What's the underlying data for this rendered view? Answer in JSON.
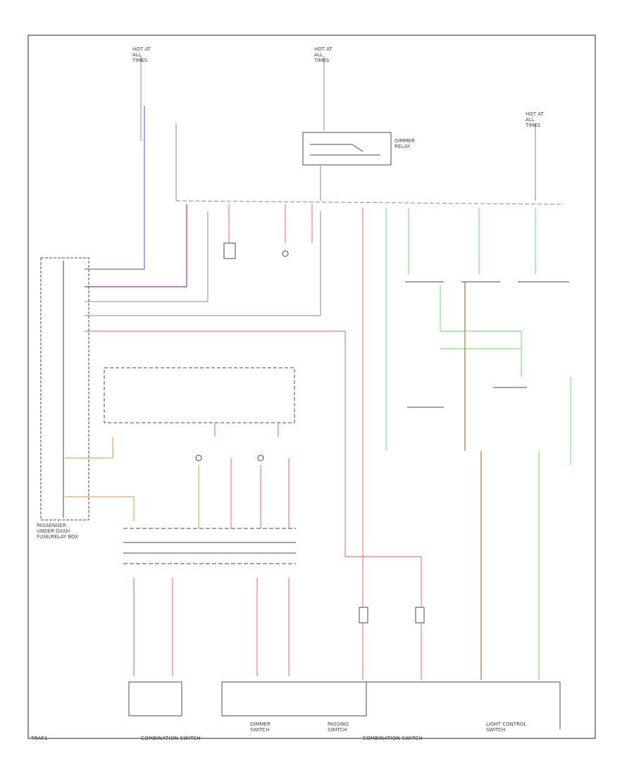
{
  "colors": {
    "border": "#4a4a4a",
    "wire_black": "#8a8a8a",
    "wire_blue": "#8080ff",
    "wire_violet": "#b050c0",
    "wire_red": "#ff8c8c",
    "wire_green": "#88f088",
    "wire_orange": "#ffb060",
    "wire_brown": "#b58a40"
  },
  "labels": {
    "fuse_left": "HOT AT ALL TIMES",
    "fuse_center": "HOT AT ALL TIMES",
    "fuse_right": "HOT AT ALL TIMES",
    "relay": "DIMMER RELAY",
    "passenger_fuse": "PASSENGER UNDER-DASH FUSE/RELAY BOX",
    "light_control": "LIGHT CONTROL SWITCH",
    "dimmer_switch": "DIMMER SWITCH",
    "passing_switch": "PASSING SWITCH",
    "combination_switch": "COMBINATION SWITCH",
    "footer_left": "TRAF1"
  }
}
